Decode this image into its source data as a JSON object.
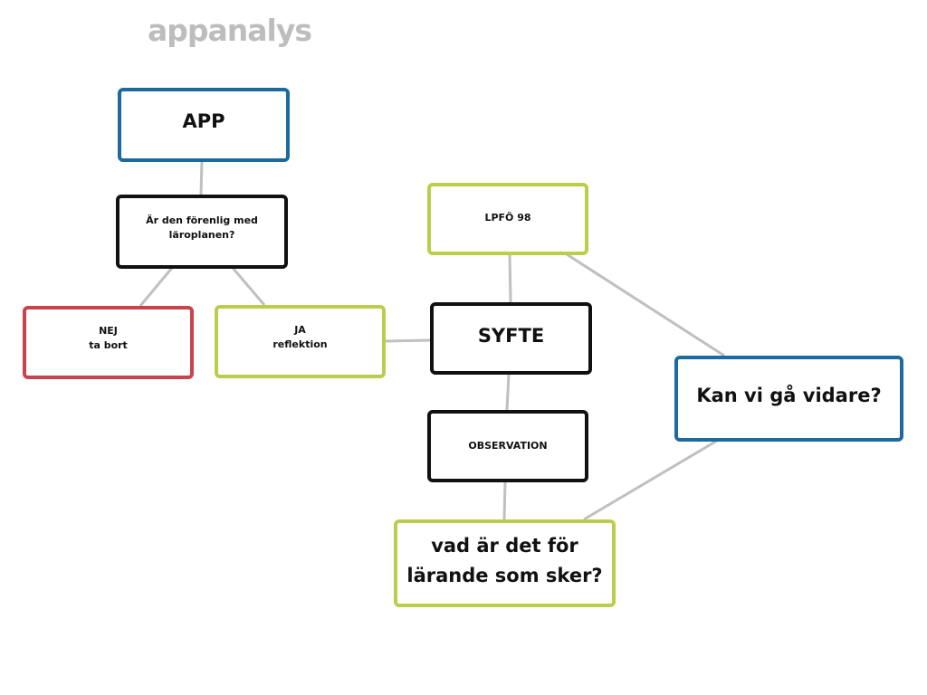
{
  "title": "appanalys",
  "colors": {
    "blue": "#1d6a9e",
    "green": "#bccd4b",
    "red": "#c8434b",
    "black": "#111111",
    "link": "#c0c0c0"
  },
  "nodes": {
    "app": "APP",
    "question": "Är den förenlig med\nläroplanen?",
    "nej": "NEJ\nta bort",
    "ja": "JA\nreflektion",
    "lpfo": "LPFÖ 98",
    "syfte": "SYFTE",
    "kan": "Kan vi gå vidare?",
    "observation": "OBSERVATION",
    "vad": "vad är det för\nlärande som sker?"
  }
}
